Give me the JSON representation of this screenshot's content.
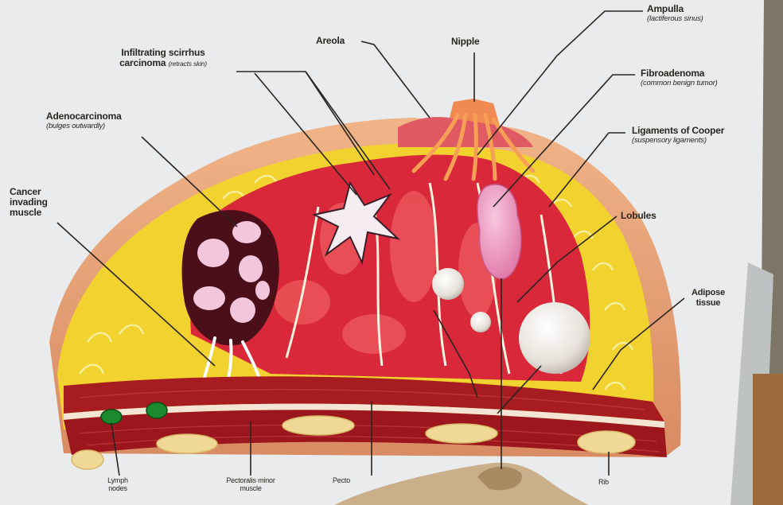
{
  "labels": {
    "ampulla": "Ampulla",
    "ampulla_sub": "(lactiferous sinus)",
    "areola": "Areola",
    "nipple": "Nipple",
    "scirrhus_1": "Infiltrating scirrhus",
    "scirrhus_2": "carcinoma",
    "scirrhus_sub": "(retracts skin)",
    "fibroadenoma": "Fibroadenoma",
    "fibroadenoma_sub": "(common benign tumor)",
    "adenocarcinoma": "Adenocarcinoma",
    "adenocarcinoma_sub": "(bulges outwardly)",
    "cooper": "Ligaments of Cooper",
    "cooper_sub": "(suspensory ligaments)",
    "cancer_1": "Cancer",
    "cancer_2": "invading",
    "cancer_3": "muscle",
    "lobules": "Lobules",
    "adipose_1": "Adipose",
    "adipose_2": "tissue",
    "lymph_1": "Lymph",
    "lymph_2": "nodes",
    "pect_minor_1": "Pectoralis minor",
    "pect_minor_2": "muscle",
    "pect_major": "Pecto",
    "rib": "Rib"
  },
  "colors": {
    "board": "#e9ebec",
    "skin": "#e8a67a",
    "adipose": "#f1d22e",
    "gland": "#d8283a",
    "muscle": "#a71c20",
    "cyst": "#f2eeea",
    "line": "#2a2520"
  }
}
